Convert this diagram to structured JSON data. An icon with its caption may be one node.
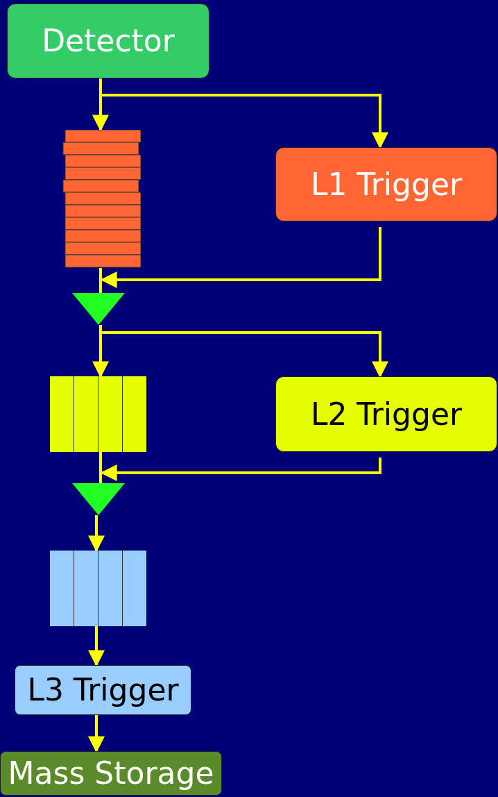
{
  "diagram": {
    "nodes": [
      {
        "text": [
          "Detector"
        ]
      },
      {
        "text": [],
        "shape": "box"
      },
      {
        "text": [
          "L1 Trigger"
        ]
      },
      {
        "text": [],
        "shape": "triangle"
      },
      {
        "text": [],
        "shape": "box"
      },
      {
        "text": [
          "L2 Trigger"
        ]
      },
      {
        "text": [],
        "shape": "triangle"
      },
      {
        "text": [],
        "shape": "box"
      },
      {
        "text": [
          "L3 Trigger"
        ]
      },
      {
        "text": [
          "Mass Storage"
        ]
      }
    ],
    "edges": [
      {
        "from": 0,
        "to": 1,
        "arrow": "to"
      },
      {
        "from": 0,
        "to": 2,
        "arrow": "to"
      },
      {
        "from": 1,
        "to": 3,
        "arrow": "none"
      },
      {
        "from": 2,
        "to": 3,
        "arrow": "to"
      },
      {
        "from": 3,
        "to": 4,
        "arrow": "to"
      },
      {
        "from": 3,
        "to": 5,
        "arrow": "to"
      },
      {
        "from": 4,
        "to": 6,
        "arrow": "none"
      },
      {
        "from": 5,
        "to": 6,
        "arrow": "to"
      },
      {
        "from": 6,
        "to": 7,
        "arrow": "to"
      },
      {
        "from": 7,
        "to": 8,
        "arrow": "to"
      },
      {
        "from": 8,
        "to": 9,
        "arrow": "to"
      }
    ]
  }
}
